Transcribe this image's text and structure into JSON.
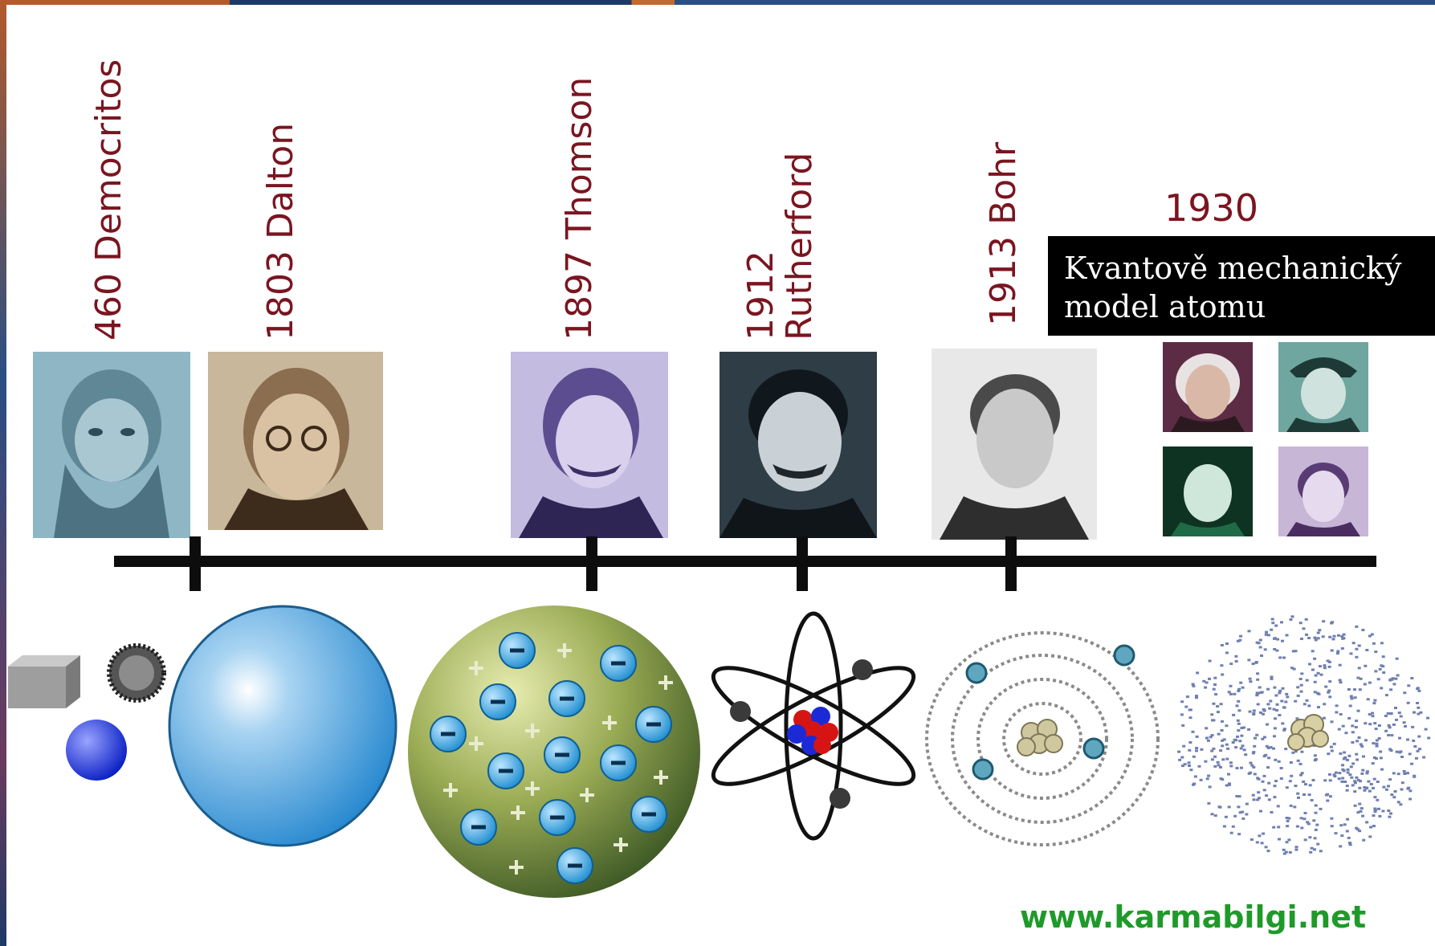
{
  "timeline": {
    "events": [
      {
        "label": "460 Democritos"
      },
      {
        "label": "1803 Dalton"
      },
      {
        "label": "1897 Thomson"
      },
      {
        "label": "1912\nRutherford"
      },
      {
        "label": "1913 Bohr"
      },
      {
        "label": "1930"
      }
    ],
    "caption": {
      "line1": "Kvantově mechanický",
      "line2": "model atomu"
    }
  },
  "watermark": "www.karmabilgi.net",
  "colors": {
    "label": "#7a1520",
    "caption_bg": "#000000",
    "watermark": "#1f9a2a"
  }
}
